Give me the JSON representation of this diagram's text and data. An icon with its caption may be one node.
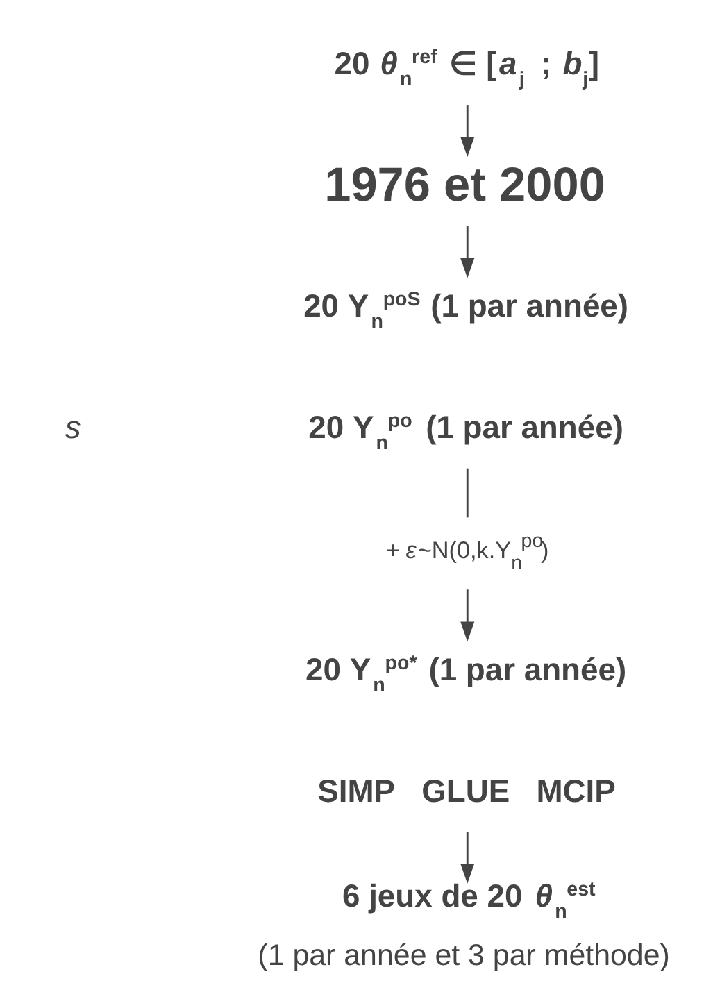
{
  "diagram": {
    "nodes": [
      {
        "text": [
          "20 *θ*$_{n}$$^{ref}$ ∈ [*a*$_{j}$ ; *b*$_{j}$]"
        ]
      },
      {
        "text": [
          "1976 et 2000"
        ]
      },
      {
        "text": [
          "20 Y$_{n}$$^{poS}$ (1 par année)"
        ]
      },
      {
        "text": [
          "20 Y$_{n}$$^{po}$ (1 par année)"
        ]
      },
      {
        "text": [
          "+ *ε*~N(0,k.Y$_{n}$$^{po}$)"
        ]
      },
      {
        "text": [
          "20 Y$_{n}$$^{po*}$ (1 par année)"
        ]
      },
      {
        "text": [
          "SIMP   GLUE   MCIP"
        ]
      },
      {
        "text": [
          "6 jeux de 20 *θ*$_{n}$$^{est}$",
          "(1 par année et 3 par méthode)"
        ]
      }
    ],
    "edges": [
      {
        "from": 0,
        "to": 1,
        "arrow": "to"
      },
      {
        "from": 1,
        "to": 2,
        "arrow": "to"
      },
      {
        "from": 3,
        "to": 4,
        "arrow": "none"
      },
      {
        "from": 4,
        "to": 5,
        "arrow": "to"
      },
      {
        "from": 6,
        "to": 7,
        "arrow": "to"
      }
    ],
    "labels": [
      "*s*"
    ]
  }
}
